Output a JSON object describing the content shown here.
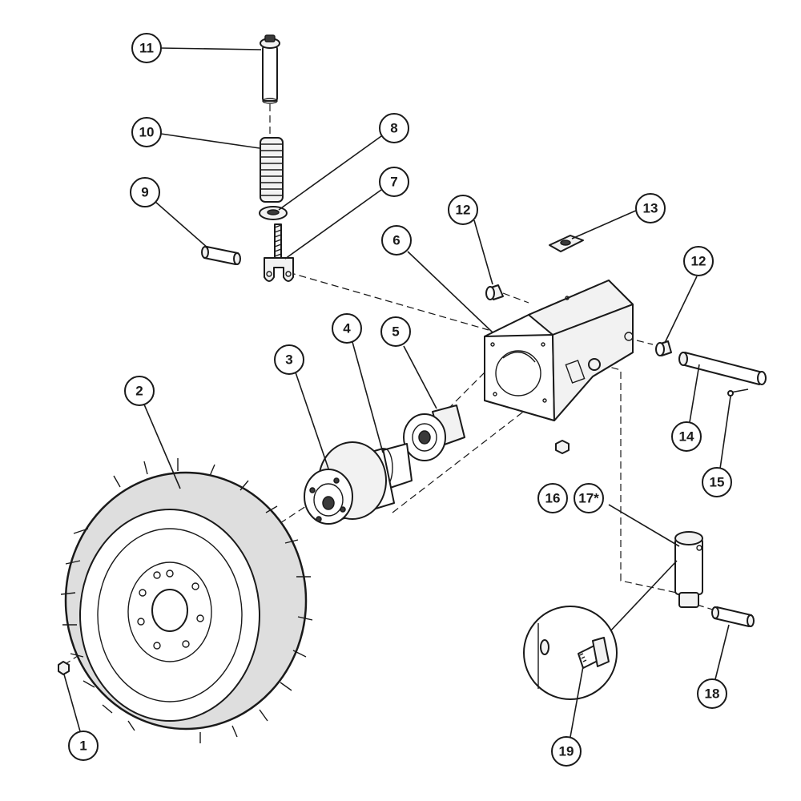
{
  "callouts": {
    "c1": "1",
    "c2": "2",
    "c3": "3",
    "c4": "4",
    "c5": "5",
    "c6": "6",
    "c7": "7",
    "c8": "8",
    "c9": "9",
    "c10": "10",
    "c11": "11",
    "c12a": "12",
    "c12b": "12",
    "c13": "13",
    "c14": "14",
    "c15": "15",
    "c16": "16",
    "c17": "17*",
    "c18": "18",
    "c19": "19"
  }
}
